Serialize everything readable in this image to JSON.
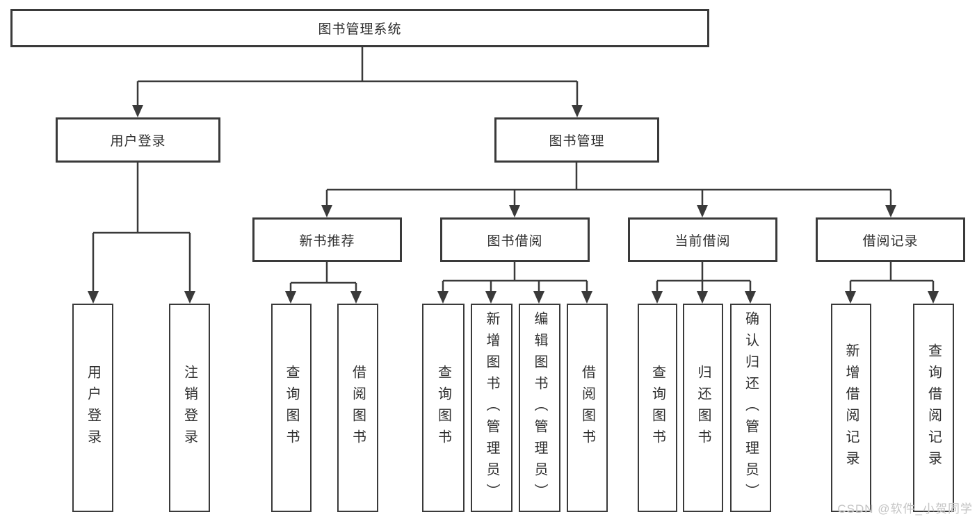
{
  "colors": {
    "line": "#3a3a3a",
    "text": "#2f2f2f",
    "watermark": "#c4c4c4",
    "background": "#ffffff"
  },
  "tree": {
    "label": "图书管理系统",
    "children": [
      {
        "label": "用户登录",
        "children": [
          {
            "label": "用户登录"
          },
          {
            "label": "注销登录"
          }
        ]
      },
      {
        "label": "图书管理",
        "children": [
          {
            "label": "新书推荐",
            "children": [
              {
                "label": "查询图书"
              },
              {
                "label": "借阅图书"
              }
            ]
          },
          {
            "label": "图书借阅",
            "children": [
              {
                "label": "查询图书"
              },
              {
                "label": "新增图书（管理员）"
              },
              {
                "label": "编辑图书（管理员）"
              },
              {
                "label": "借阅图书"
              }
            ]
          },
          {
            "label": "当前借阅",
            "children": [
              {
                "label": "查询图书"
              },
              {
                "label": "归还图书"
              },
              {
                "label": "确认归还（管理员）"
              }
            ]
          },
          {
            "label": "借阅记录",
            "children": [
              {
                "label": "新增借阅记录"
              },
              {
                "label": "查询借阅记录"
              }
            ]
          }
        ]
      }
    ]
  },
  "watermark": {
    "text": "CSDN @软件_小贺同学"
  }
}
